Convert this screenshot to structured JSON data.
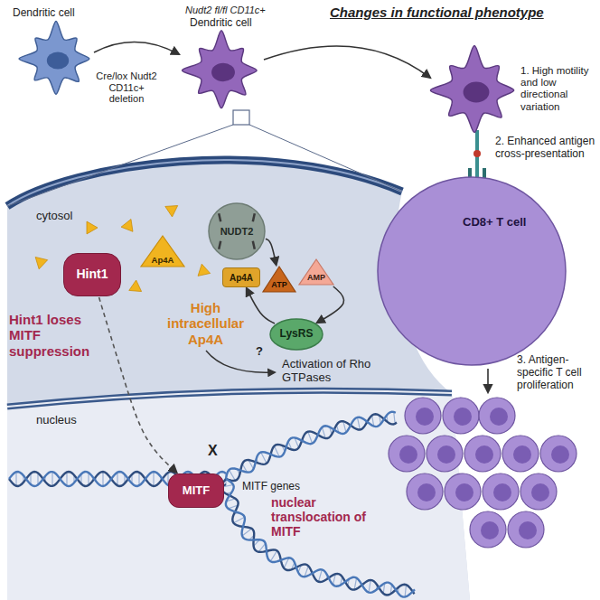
{
  "diagram": {
    "title": "Changes in functional phenotype",
    "nodes": [
      {
        "text": [
          "Hint1"
        ]
      },
      {
        "text": [
          "Ap4A"
        ]
      },
      {
        "text": [
          "NUDT2"
        ]
      },
      {
        "text": [
          "Ap4A"
        ]
      },
      {
        "text": [
          "ATP"
        ]
      },
      {
        "text": [
          "AMP"
        ]
      },
      {
        "text": [
          "LysRS"
        ]
      },
      {
        "text": [
          "MITF"
        ]
      },
      {
        "text": [
          "CD8+ T cell"
        ]
      }
    ],
    "edges": [
      {
        "from": 0,
        "to": 7,
        "arrow": "to"
      },
      {
        "from": 2,
        "to": 4,
        "arrow": "to"
      },
      {
        "from": 5,
        "to": 6,
        "arrow": "to"
      },
      {
        "from": 6,
        "to": 3,
        "arrow": "to"
      }
    ],
    "labels": [
      "Dendritic cell",
      "Nudt2 fl/fl CD11c+",
      "Dendritic cell",
      "Cre/lox Nudt2 CD11c+ deletion",
      "1. High motility and low directional variation",
      "2. Enhanced antigen cross-presentation",
      "3. Antigen-specific T cell proliferation",
      "cytosol",
      "High intracellular Ap4A",
      "?",
      "Activation of Rho GTPases",
      "Hint1 loses MITF suppression",
      "nucleus",
      "X",
      "MITF genes",
      "nuclear translocation of MITF"
    ]
  }
}
